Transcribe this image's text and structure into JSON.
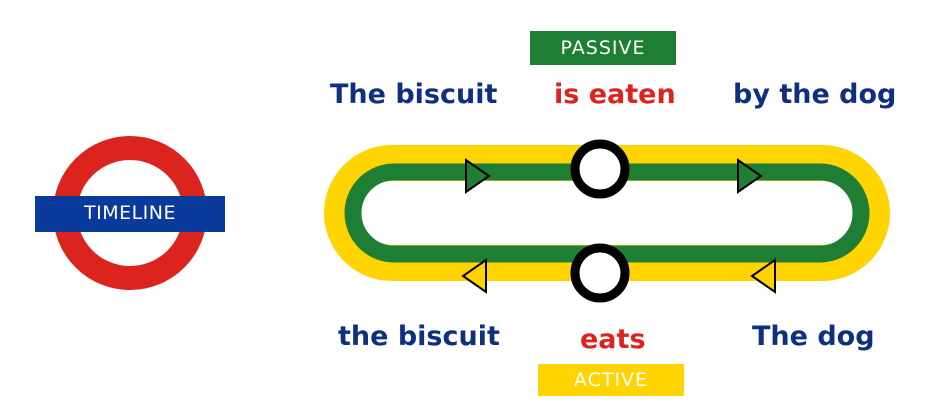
{
  "roundel": {
    "label": "TIMELINE"
  },
  "passive": {
    "tag": "PASSIVE",
    "subject": "The biscuit",
    "verb": "is eaten",
    "agent": "by the dog"
  },
  "active": {
    "tag": "ACTIVE",
    "subject": "The dog",
    "verb": "eats",
    "object": "the biscuit"
  },
  "colors": {
    "navy": "#0f2f7f",
    "red": "#dc241f",
    "green": "#1e7e34",
    "yellow": "#ffd400",
    "roundel_bar": "#0a3a9c"
  }
}
